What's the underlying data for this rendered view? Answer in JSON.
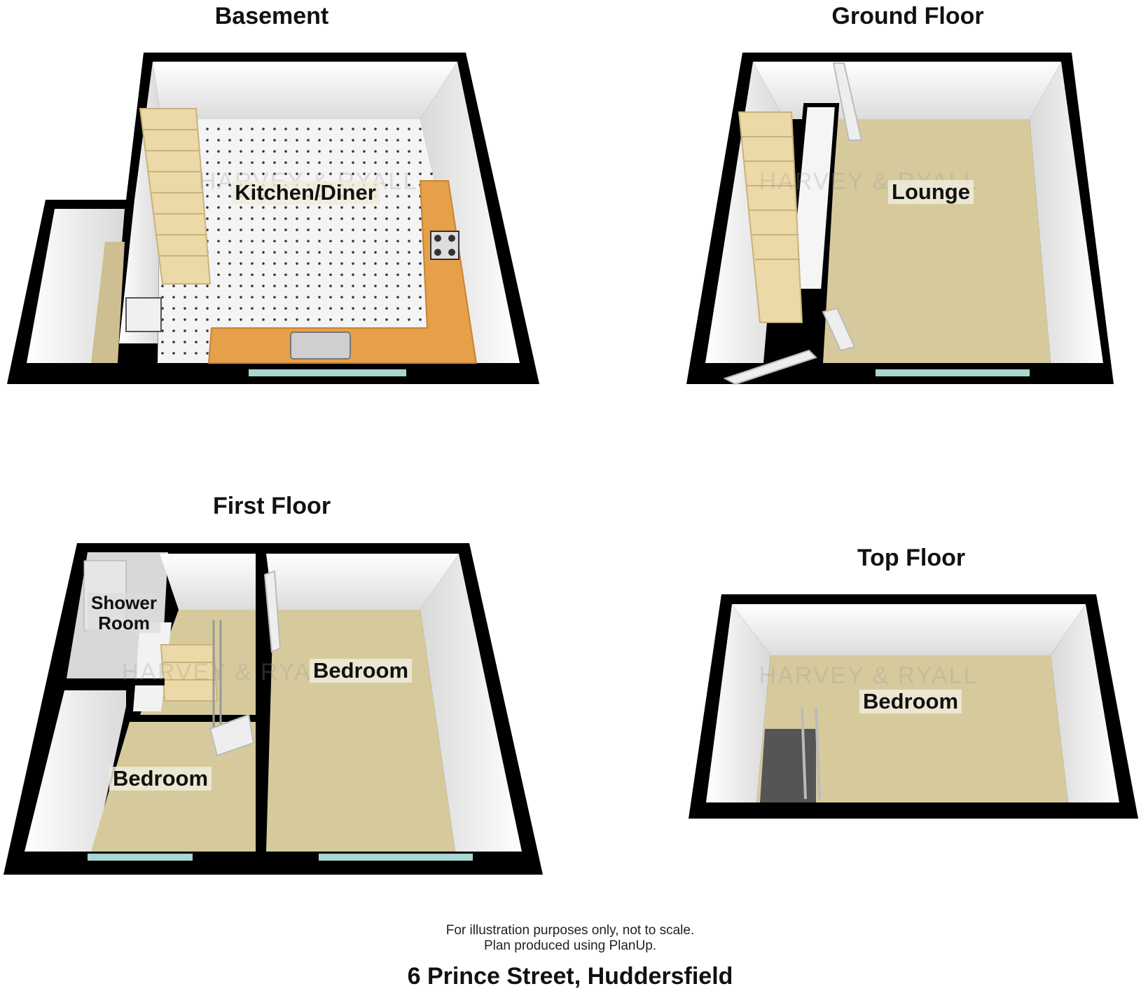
{
  "floors": {
    "basement": {
      "title": "Basement",
      "rooms": [
        "Kitchen/Diner"
      ]
    },
    "ground": {
      "title": "Ground Floor",
      "rooms": [
        "Lounge"
      ]
    },
    "first": {
      "title": "First Floor",
      "rooms": [
        "Shower\nRoom",
        "Bedroom",
        "Bedroom"
      ]
    },
    "top": {
      "title": "Top Floor",
      "rooms": [
        "Bedroom"
      ]
    }
  },
  "watermark": "HARVEY & RYALL",
  "footer": {
    "note_line1": "For illustration purposes only, not to scale.",
    "note_line2": "Plan produced using PlanUp.",
    "address": "6 Prince Street, Huddersfield"
  },
  "colors": {
    "wall": "#000000",
    "carpet": "#d6ca9d",
    "counter": "#e7a04a",
    "stairs": "#ecd9a8",
    "window": "#a9d6d0"
  }
}
